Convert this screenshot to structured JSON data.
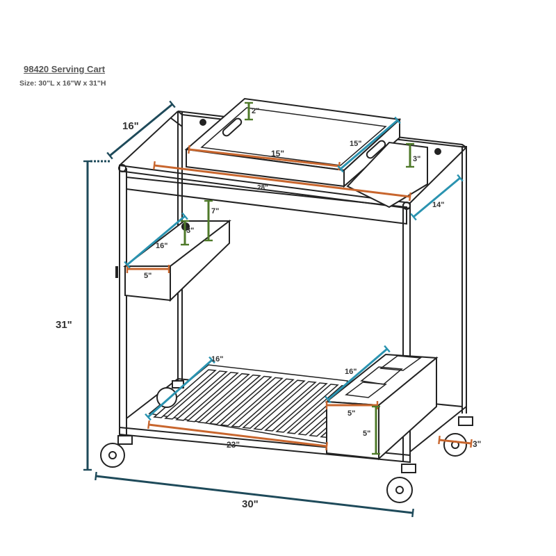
{
  "header": {
    "title": "98420 Serving Cart",
    "size": "Size: 30\"L x 16\"W x 31\"H"
  },
  "dimensions": {
    "overall_width": "30\"",
    "overall_height": "31\"",
    "depth": "16\"",
    "top_shelf_length": "28\"",
    "top_shelf_depth": "14\"",
    "tray_length": "15\"",
    "tray_width": "15\"",
    "tray_height": "2\"",
    "top_right_box_height": "3\"",
    "side_basket_length": "16\"",
    "side_basket_width": "5\"",
    "side_basket_height": "3\"",
    "side_basket_drop": "7\"",
    "bottom_shelf_depth": "16\"",
    "bottom_shelf_length": "23\"",
    "bottle_holder_depth": "16\"",
    "bottle_holder_width": "5\"",
    "bottle_holder_height": "5\"",
    "caster_size": "3\""
  },
  "colors": {
    "outline": "#222222",
    "overall_dims": "#1e4a5a",
    "length_dims": "#c8662e",
    "depth_dims": "#2a93b0",
    "height_dims": "#4f7a2a"
  }
}
